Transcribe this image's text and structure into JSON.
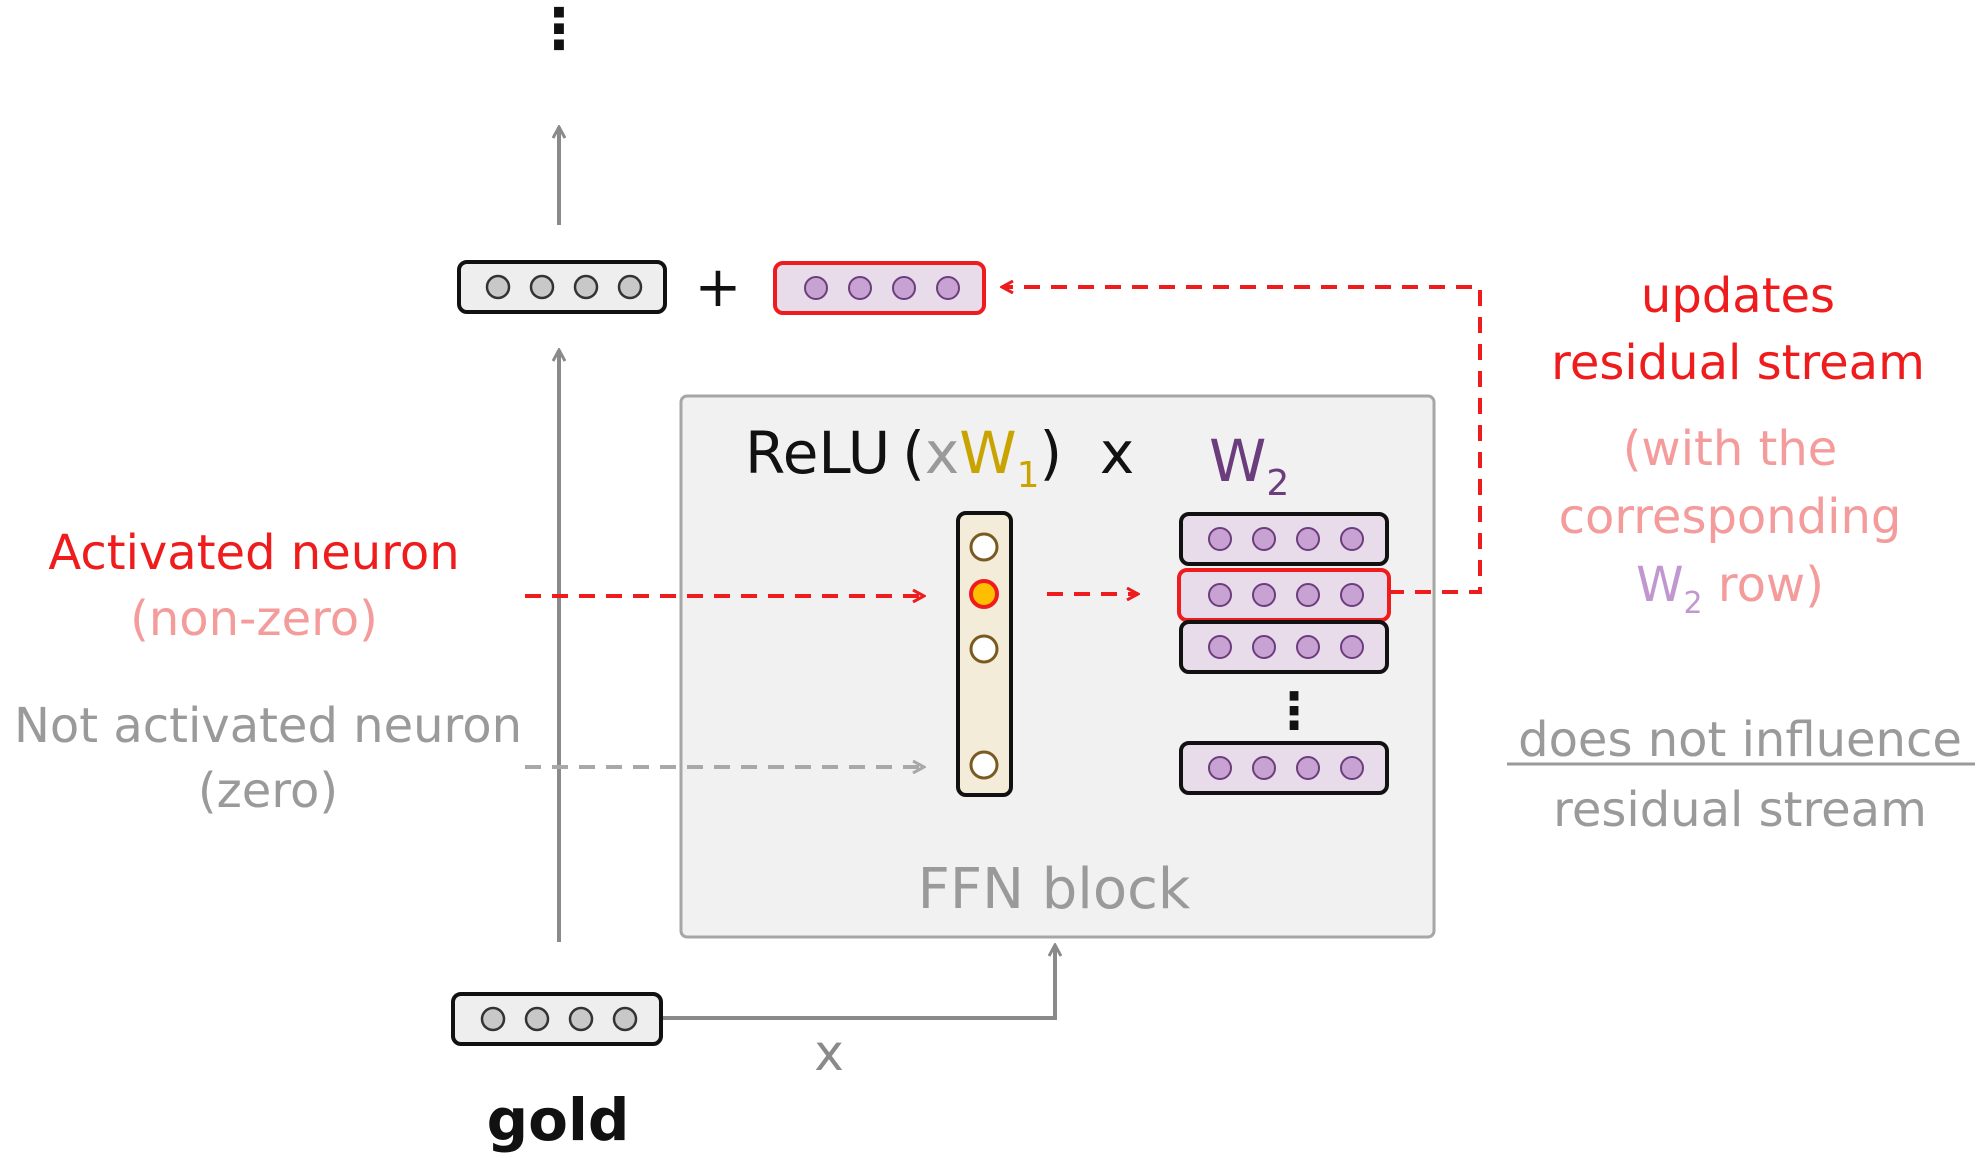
{
  "top_ellipsis": "⋮",
  "plus_sign": "+",
  "ffn": {
    "relu": "ReLU",
    "paren_open": "(",
    "x": "x",
    "w1": "W",
    "w1_sub": "1",
    "paren_close": ")",
    "times": "x",
    "w2": "W",
    "w2_sub": "2",
    "block_label": "FFN block",
    "rows_ellipsis": "⋮"
  },
  "left_labels": {
    "activated": "Activated neuron",
    "activated_sub": "(non-zero)",
    "not_activated": "Not activated neuron",
    "not_activated_sub": "(zero)"
  },
  "right_labels": {
    "updates_line1": "updates",
    "updates_line2": "residual stream",
    "with_line1": "(with the",
    "with_line2": "corresponding",
    "w2": "W",
    "w2_sub": "2",
    "row_suffix": " row)",
    "not_influence_line1": "does not influence",
    "not_influence_line2": "residual stream"
  },
  "input": {
    "x_label": "x",
    "token": "gold"
  },
  "colors": {
    "red": "#ee1c1c",
    "pink": "#f49b9b",
    "gray_text": "#9a9a9a",
    "arrow_gray": "#8a8a8a",
    "purple": "#6b3d7d",
    "light_purple": "#c197cf",
    "gold": "#c9a400",
    "panel": "#f1f1f1",
    "vec_gray": "#eeeeee",
    "vec_purple": "#e8dcea",
    "vec_cream": "#f3ecd9",
    "dot_gray": "#c8c8c8",
    "dot_purple": "#c9a2d4",
    "dot_active": "#ffbf00"
  }
}
